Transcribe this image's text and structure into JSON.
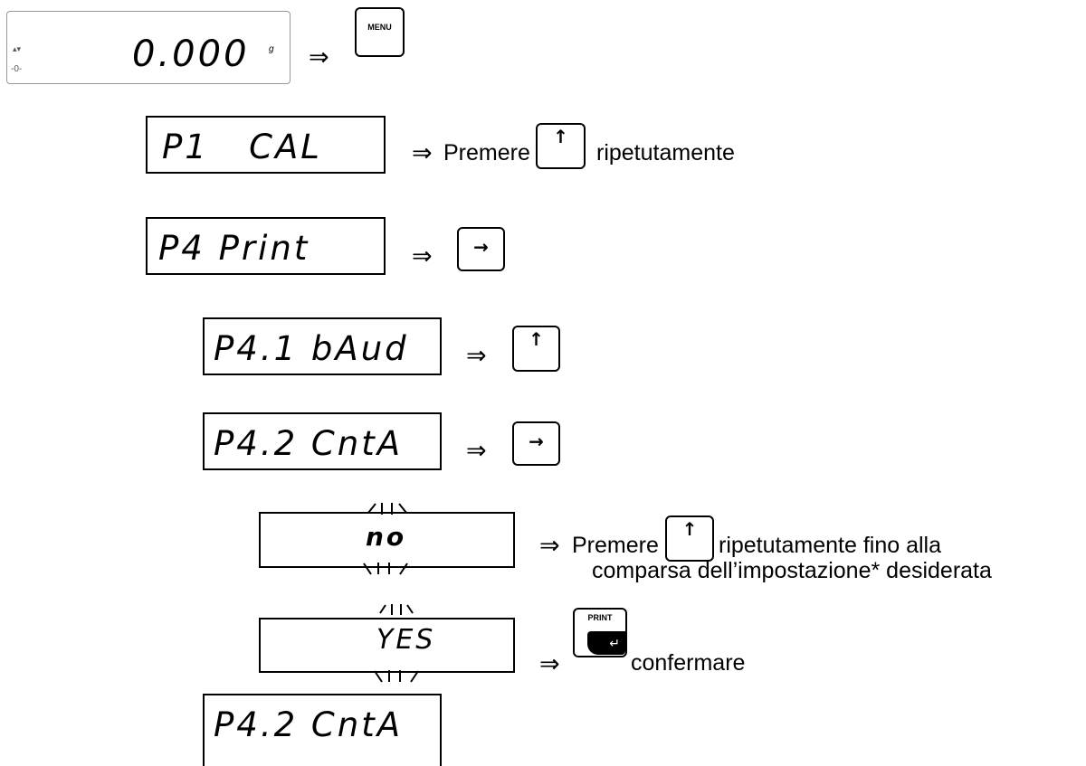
{
  "steps": [
    {
      "display": "0.000",
      "unit": "g",
      "zero_indicator": "-0-",
      "action_text": "",
      "key": "MENU"
    },
    {
      "display": "P1   CAL",
      "action_text": "Premere",
      "key_icon": "up-arrow-key",
      "action_suffix": "ripetutamente"
    },
    {
      "display": "P4 Print",
      "action_text": "",
      "key_icon": "right-arrow-key"
    },
    {
      "display": "P4.1 bAud",
      "action_text": "",
      "key_icon": "up-arrow-key"
    },
    {
      "display": "P4.2 CntA",
      "action_text": "",
      "key_icon": "right-arrow-key"
    },
    {
      "display": "no",
      "blinking": true,
      "action_text": "Premere",
      "key_icon": "up-arrow-key",
      "action_suffix": "ripetutamente fino alla",
      "action_line2": "comparsa dell’impostazione* desiderata"
    },
    {
      "display": "YES",
      "blinking": true,
      "key": "PRINT",
      "action_suffix": "confermare"
    },
    {
      "display": "P4.2 CntA"
    }
  ],
  "symbols": {
    "implies": "⇒",
    "up_arrow": "↑",
    "right_arrow": "→",
    "enter": "↵"
  }
}
